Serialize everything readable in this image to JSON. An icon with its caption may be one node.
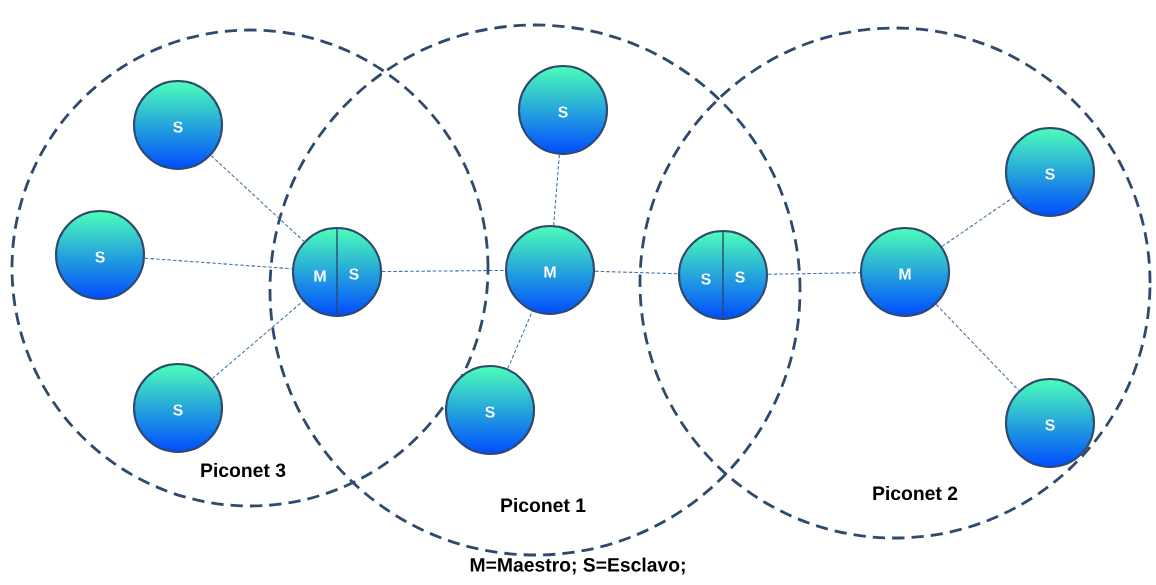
{
  "diagram": {
    "nodes": [
      {
        "text": [
          "Piconet 3"
        ]
      },
      {
        "text": [
          "Piconet 1"
        ]
      },
      {
        "text": [
          "Piconet 2"
        ]
      },
      {
        "text": [
          "S"
        ],
        "in": 0
      },
      {
        "text": [
          "S"
        ],
        "in": 1
      },
      {
        "text": [
          "S"
        ],
        "in": 2
      },
      {
        "text": [
          "S"
        ],
        "in": 0
      },
      {
        "text": [
          "M",
          "S"
        ]
      },
      {
        "text": [
          "M"
        ],
        "in": 1
      },
      {
        "text": [
          "S",
          "S"
        ]
      },
      {
        "text": [
          "M"
        ],
        "in": 2
      },
      {
        "text": [
          "S"
        ],
        "in": 0
      },
      {
        "text": [
          "S"
        ],
        "in": 1
      },
      {
        "text": [
          "S"
        ],
        "in": 2
      }
    ],
    "edges": [
      {
        "from": 3,
        "to": 7,
        "arrow": "none"
      },
      {
        "from": 6,
        "to": 7,
        "arrow": "none"
      },
      {
        "from": 11,
        "to": 7,
        "arrow": "none"
      },
      {
        "from": 7,
        "to": 8,
        "arrow": "none"
      },
      {
        "from": 4,
        "to": 8,
        "arrow": "none"
      },
      {
        "from": 12,
        "to": 8,
        "arrow": "none"
      },
      {
        "from": 8,
        "to": 9,
        "arrow": "none"
      },
      {
        "from": 9,
        "to": 10,
        "arrow": "none"
      },
      {
        "from": 10,
        "to": 5,
        "arrow": "none"
      },
      {
        "from": 10,
        "to": 13,
        "arrow": "none"
      }
    ],
    "labels": [
      "M=Maestro; S=Esclavo;"
    ]
  }
}
